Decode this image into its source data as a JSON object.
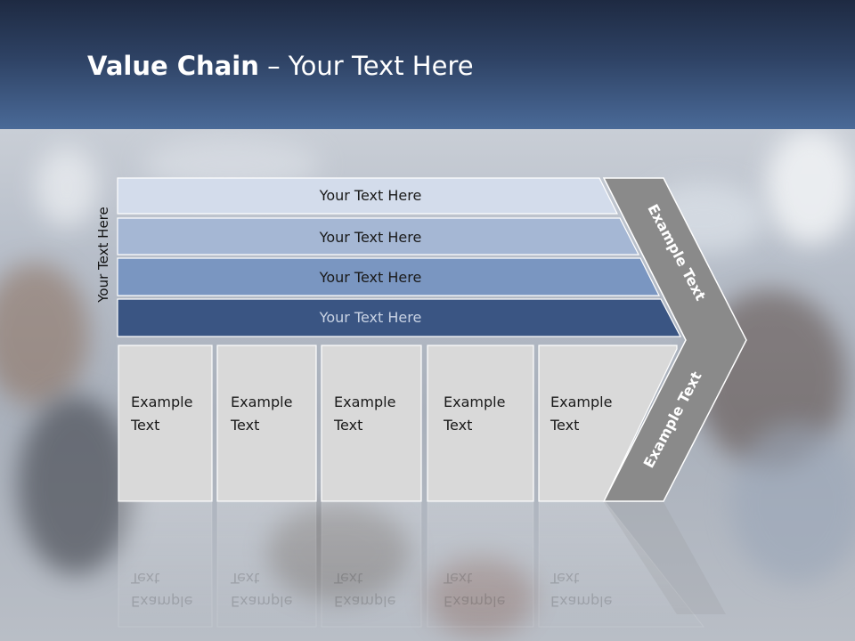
{
  "title": {
    "bold": "Value Chain",
    "rest": " – Your Text Here"
  },
  "side_label": "Your Text Here",
  "bars": [
    {
      "label": "Your Text Here",
      "fill": "#d3dceb"
    },
    {
      "label": "Your Text Here",
      "fill": "#a5b7d4"
    },
    {
      "label": "Your Text Here",
      "fill": "#7a96c1"
    },
    {
      "label": "Your Text Here",
      "fill": "#3a5583"
    }
  ],
  "boxes": [
    {
      "line1": "Example",
      "line2": "Text"
    },
    {
      "line1": "Example",
      "line2": "Text"
    },
    {
      "line1": "Example",
      "line2": "Text"
    },
    {
      "line1": "Example",
      "line2": "Text"
    },
    {
      "line1": "Example",
      "line2": "Text"
    }
  ],
  "chevron": {
    "upper_label": "Example Text",
    "lower_label": "Example Text"
  },
  "colors": {
    "header_dark": "#1e2a42",
    "header_light": "#4a6a98",
    "box_fill": "#d9d9d9",
    "chevron_fill": "#8a8a8a"
  }
}
